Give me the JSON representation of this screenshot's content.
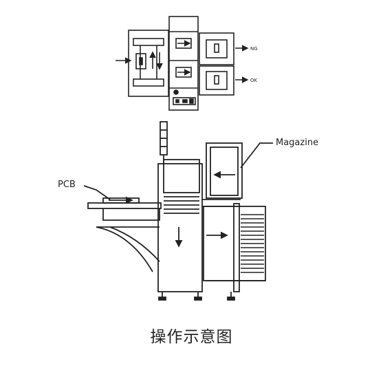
{
  "top_view": {
    "labels": {
      "ng": "NG",
      "ok": "OK"
    }
  },
  "side_view": {
    "labels": {
      "magazine": "Magazine",
      "pcb": "PCB"
    }
  },
  "caption": "操作示意图"
}
